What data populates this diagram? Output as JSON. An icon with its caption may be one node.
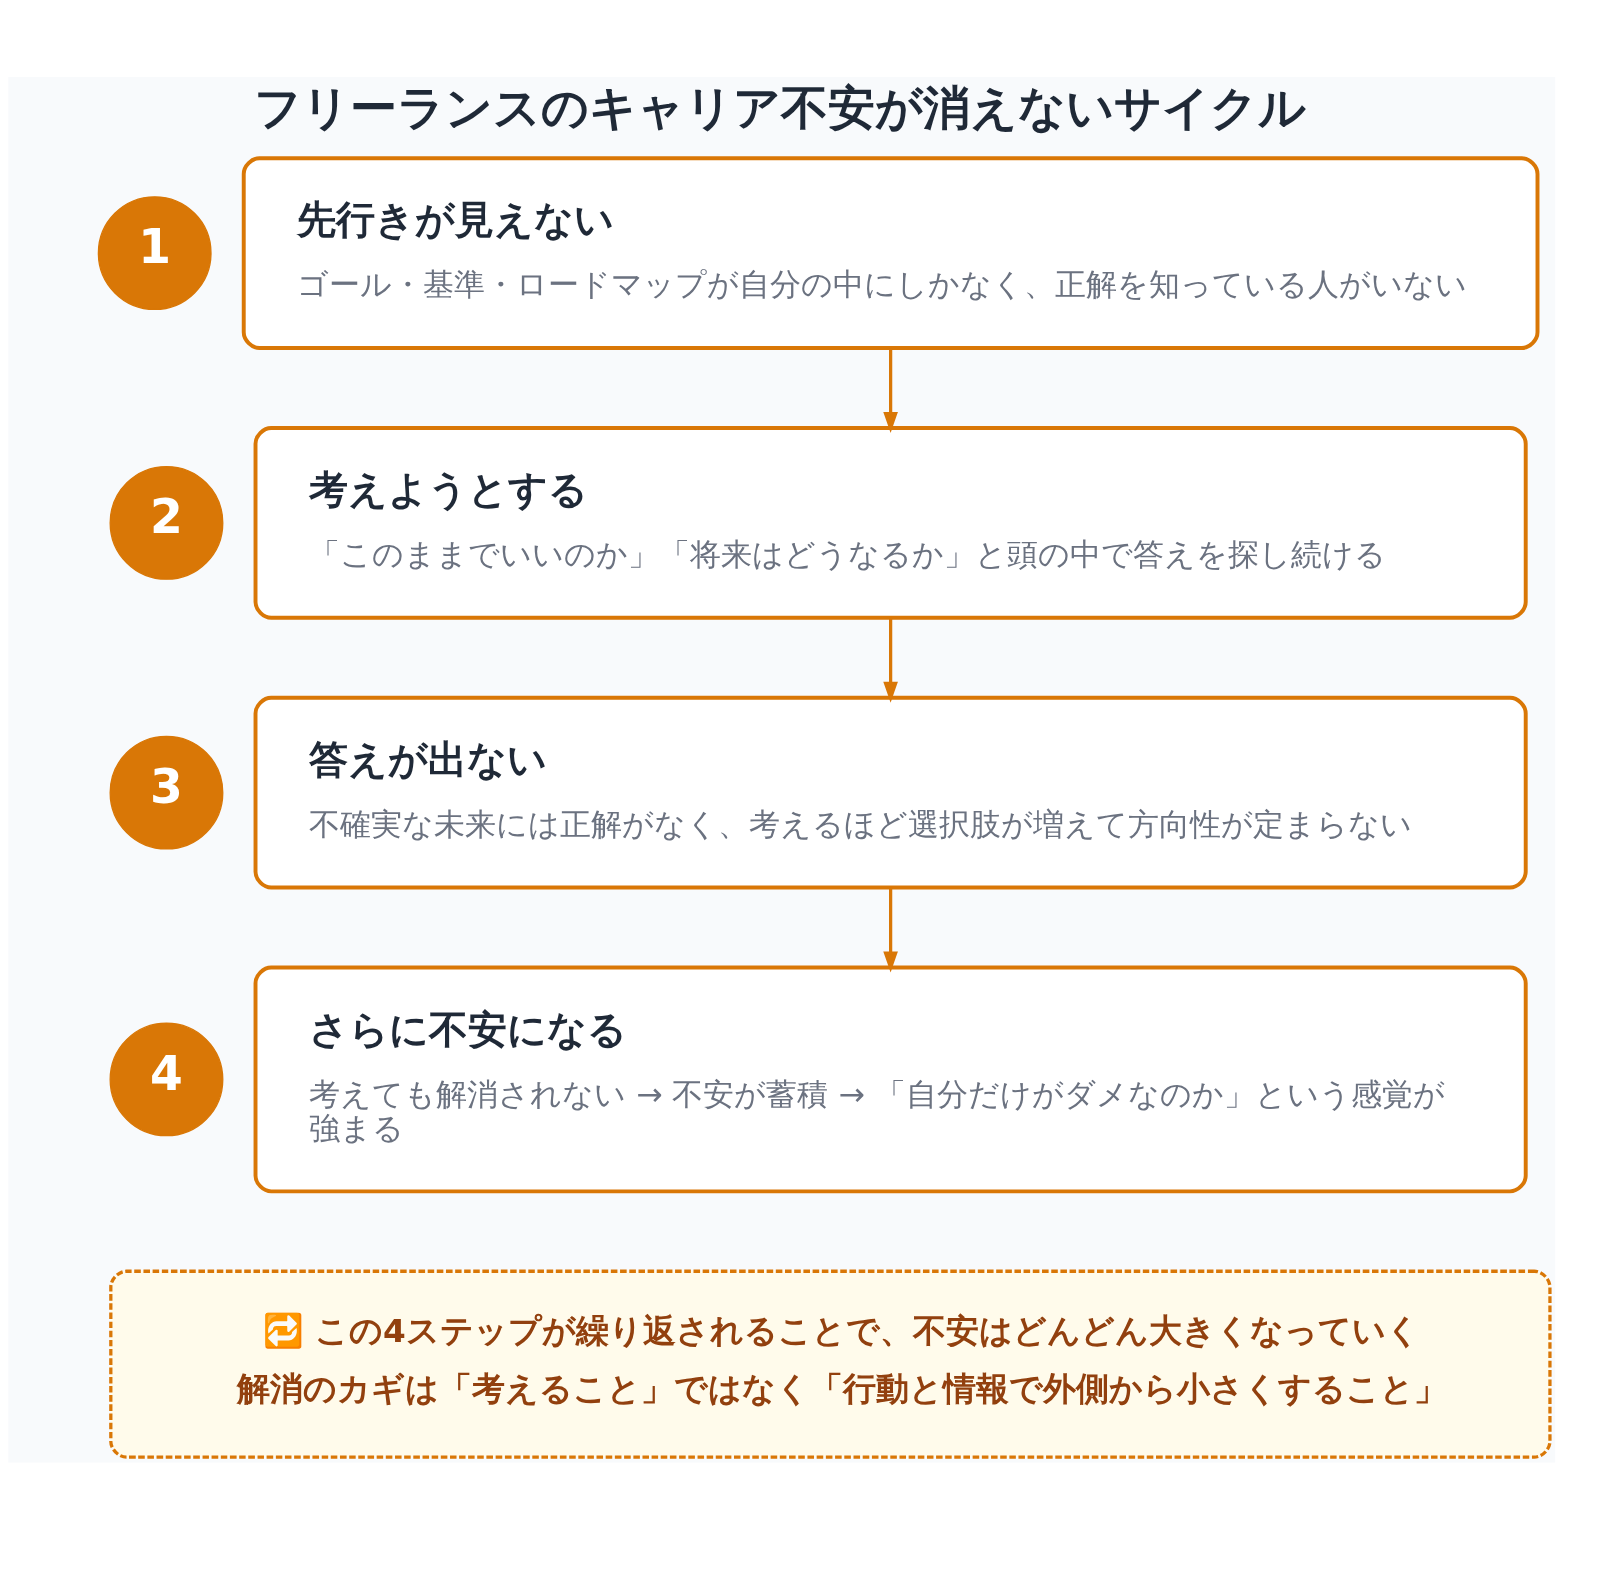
{
  "diagram": {
    "title": "フリーランスのキャリア不安が消えないサイクル",
    "nodes": [
      {
        "text": [
          "1"
        ]
      },
      {
        "text": [
          "先行きが見えない",
          "ゴール・基準・ロードマップが自分の中にしかなく、正解を知っている人がいない"
        ]
      },
      {
        "text": [
          "2"
        ]
      },
      {
        "text": [
          "考えようとする",
          "「このままでいいのか」「将来はどうなるか」と頭の中で答えを探し続ける"
        ]
      },
      {
        "text": [
          "3"
        ]
      },
      {
        "text": [
          "答えが出ない",
          "不確実な未来には正解がなく、考えるほど選択肢が増えて方向性が定まらない"
        ]
      },
      {
        "text": [
          "4"
        ]
      },
      {
        "text": [
          "さらに不安になる",
          "考えても解消されない → 不安が蓄積 → 「自分だけがダメなのか」という感覚が強まる"
        ]
      },
      {
        "text": [
          "🔁 この4ステップが繰り返されることで、不安はどんどん大きくなっていく",
          "解消のカギは「考えること」ではなく「行動と情報で外側から小さくすること」"
        ]
      }
    ],
    "edges": [
      {
        "from": 1,
        "to": 3,
        "arrow": "to"
      },
      {
        "from": 3,
        "to": 5,
        "arrow": "to"
      },
      {
        "from": 5,
        "to": 7,
        "arrow": "to"
      }
    ]
  }
}
